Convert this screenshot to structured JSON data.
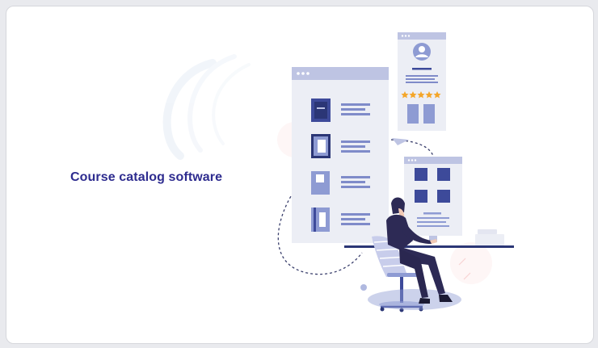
{
  "headline": "Course catalog software",
  "illustration": {
    "icon": "course-catalog-illustration",
    "colors": {
      "primary": "#3d4a9a",
      "light": "#8e9bd3",
      "panel_bg": "#e8e9f6",
      "panel_header": "#bcc2e4",
      "star": "#f4a62a",
      "desk": "#2b3676",
      "figure": "#2d2a55"
    },
    "rating_stars": 5
  }
}
